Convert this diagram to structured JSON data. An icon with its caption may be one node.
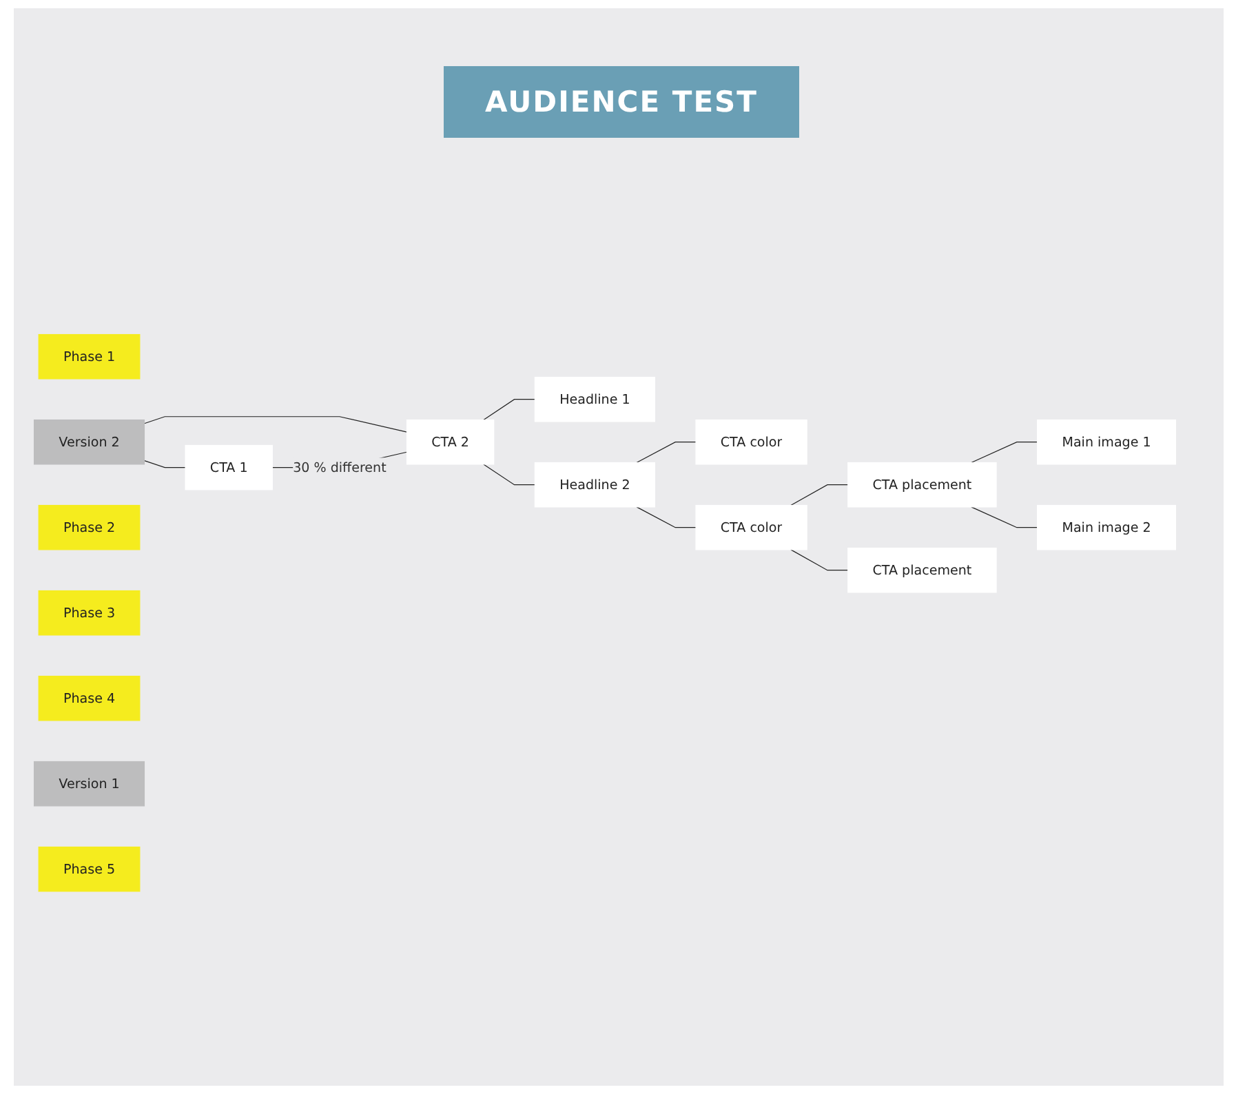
{
  "diagram": {
    "title": "AUDIENCE TEST",
    "nodes": [
      {
        "text": [
          "Phase 1"
        ]
      },
      {
        "text": [
          "Version 2"
        ]
      },
      {
        "text": [
          "CTA 1"
        ]
      },
      {
        "text": [
          "CTA 2"
        ]
      },
      {
        "text": [
          "Phase 2"
        ]
      },
      {
        "text": [
          "Headline 1"
        ]
      },
      {
        "text": [
          "Headline 2"
        ]
      },
      {
        "text": [
          "CTA color"
        ]
      },
      {
        "text": [
          "Phase 3"
        ]
      },
      {
        "text": [
          "CTA color"
        ]
      },
      {
        "text": [
          "CTA placement"
        ]
      },
      {
        "text": [
          "CTA placement"
        ]
      },
      {
        "text": [
          "Phase 4"
        ]
      },
      {
        "text": [
          "Version 1"
        ]
      },
      {
        "text": [
          "Main image 1"
        ]
      },
      {
        "text": [
          "Main image 2"
        ]
      },
      {
        "text": [
          "Phase 5"
        ]
      }
    ],
    "edges": [
      {
        "from": 1,
        "to": 2,
        "arrow": "none"
      },
      {
        "from": 1,
        "to": 3,
        "arrow": "none"
      },
      {
        "from": 2,
        "to": 3,
        "arrow": "none",
        "label": "30 % different"
      },
      {
        "from": 3,
        "to": 5,
        "arrow": "none"
      },
      {
        "from": 3,
        "to": 6,
        "arrow": "none"
      },
      {
        "from": 6,
        "to": 7,
        "arrow": "none"
      },
      {
        "from": 6,
        "to": 9,
        "arrow": "none"
      },
      {
        "from": 9,
        "to": 10,
        "arrow": "none"
      },
      {
        "from": 9,
        "to": 11,
        "arrow": "none"
      },
      {
        "from": 10,
        "to": 14,
        "arrow": "none"
      },
      {
        "from": 10,
        "to": 15,
        "arrow": "none"
      }
    ]
  }
}
